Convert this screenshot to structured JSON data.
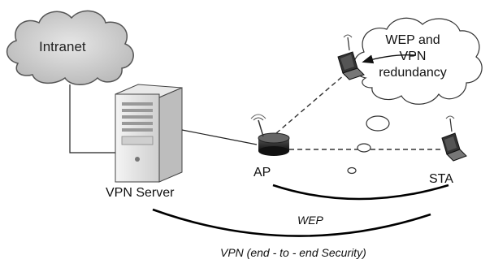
{
  "labels": {
    "intranet": "Intranet",
    "vpn_server": "VPN Server",
    "ap": "AP",
    "sta": "STA",
    "cloud_line1": "WEP and",
    "cloud_line2": "VPN",
    "cloud_line3": "redundancy",
    "wep": "WEP",
    "vpn_tunnel": "VPN (end - to - end Security)"
  },
  "icons": {
    "intranet": "cloud-icon",
    "server": "server-tower-icon",
    "ap": "access-point-icon",
    "laptop": "laptop-icon"
  },
  "colors": {
    "cloud_fill": "#cfcfcf",
    "line": "#111111"
  }
}
